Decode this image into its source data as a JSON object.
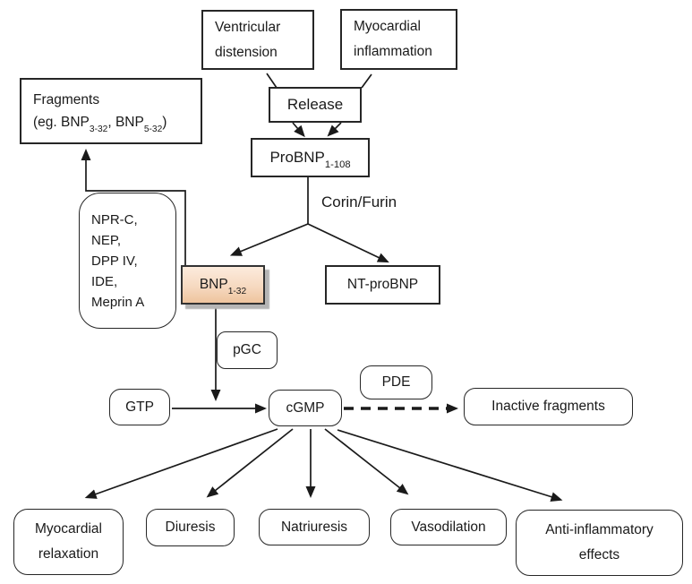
{
  "diagram": {
    "boxes": {
      "ventricular": {
        "line1": "Ventricular",
        "line2": "distension"
      },
      "myocardial_inflammation": {
        "line1": "Myocardial",
        "line2": "inflammation"
      },
      "release": {
        "label": "Release"
      },
      "probnp": {
        "main": "ProBNP",
        "sub": "1-108"
      },
      "corin_furin": {
        "label": "Corin/Furin"
      },
      "fragments": {
        "line1": "Fragments",
        "p1": "(eg. BNP",
        "s1": "3-32",
        "p2": ", BNP",
        "s2": "5-32",
        "p3": ")"
      },
      "npr_group": {
        "lines": [
          "NPR-C,",
          "NEP,",
          "DPP IV,",
          "IDE,",
          "Meprin A"
        ]
      },
      "bnp": {
        "main": "BNP",
        "sub": "1-32"
      },
      "nt_probnp": {
        "label": "NT-proBNP"
      },
      "pgc": {
        "label": "pGC"
      },
      "gtp": {
        "label": "GTP"
      },
      "cgmp": {
        "label": "cGMP"
      },
      "pde": {
        "label": "PDE"
      },
      "inactive_fragments": {
        "label": "Inactive fragments"
      },
      "myocardial_relaxation": {
        "line1": "Myocardial",
        "line2": "relaxation"
      },
      "diuresis": {
        "label": "Diuresis"
      },
      "natriuresis": {
        "label": "Natriuresis"
      },
      "vasodilation": {
        "label": "Vasodilation"
      },
      "anti_inflammatory": {
        "line1": "Anti-inflammatory",
        "line2": "effects"
      }
    },
    "colors": {
      "line": "#1a1a1a",
      "box_border": "#262626",
      "bnp_gradient_top": "#fcebdd",
      "bnp_gradient_bottom": "#eec49e",
      "bnp_shadow": "#b5b5b5",
      "background": "#ffffff"
    }
  }
}
